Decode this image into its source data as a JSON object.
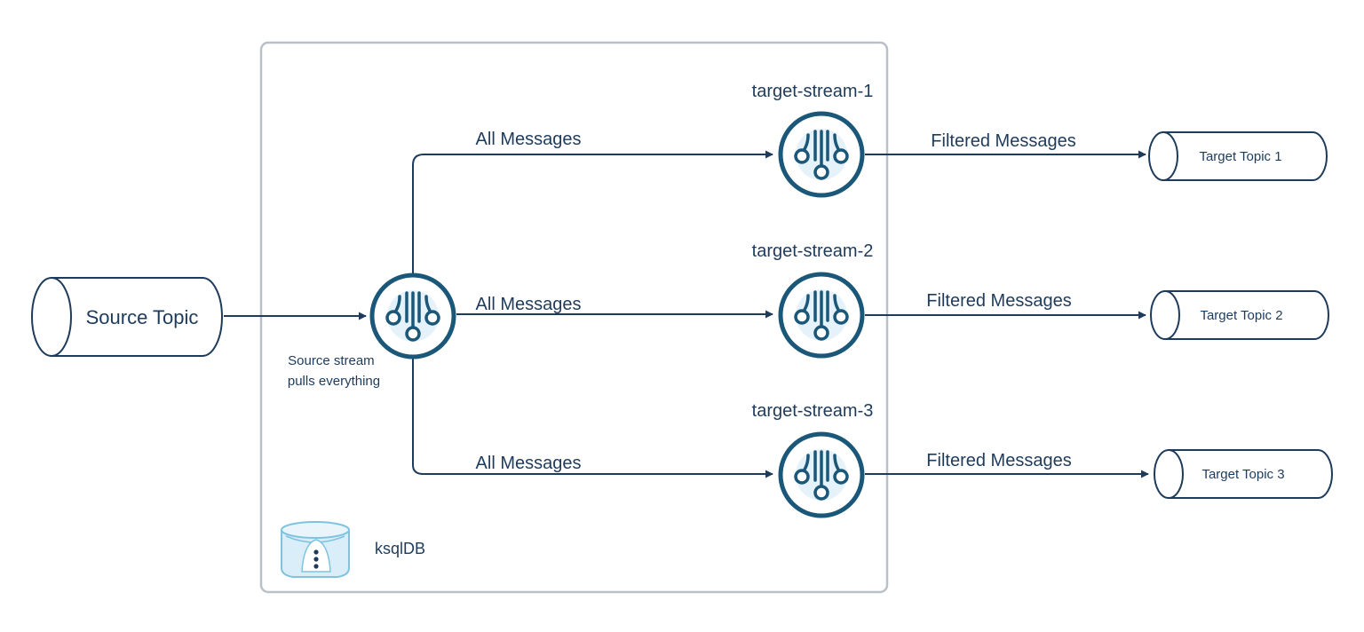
{
  "source_topic": {
    "label": "Source Topic"
  },
  "source_stream_note": [
    "Source stream",
    "pulls everything"
  ],
  "ksqldb": {
    "label": "ksqlDB"
  },
  "streams": [
    {
      "name": "target-stream-1",
      "in_label": "All Messages",
      "out_label": "Filtered Messages",
      "topic": "Target Topic 1"
    },
    {
      "name": "target-stream-2",
      "in_label": "All Messages",
      "out_label": "Filtered Messages",
      "topic": "Target Topic 2"
    },
    {
      "name": "target-stream-3",
      "in_label": "All Messages",
      "out_label": "Filtered Messages",
      "topic": "Target Topic 3"
    }
  ],
  "colors": {
    "line": "#1e3b5c",
    "node_ring": "#1a5778",
    "container_border": "#b9c0c8",
    "ksql_icon": "#7fc3df",
    "ksql_icon_fill": "#d9eef8"
  }
}
